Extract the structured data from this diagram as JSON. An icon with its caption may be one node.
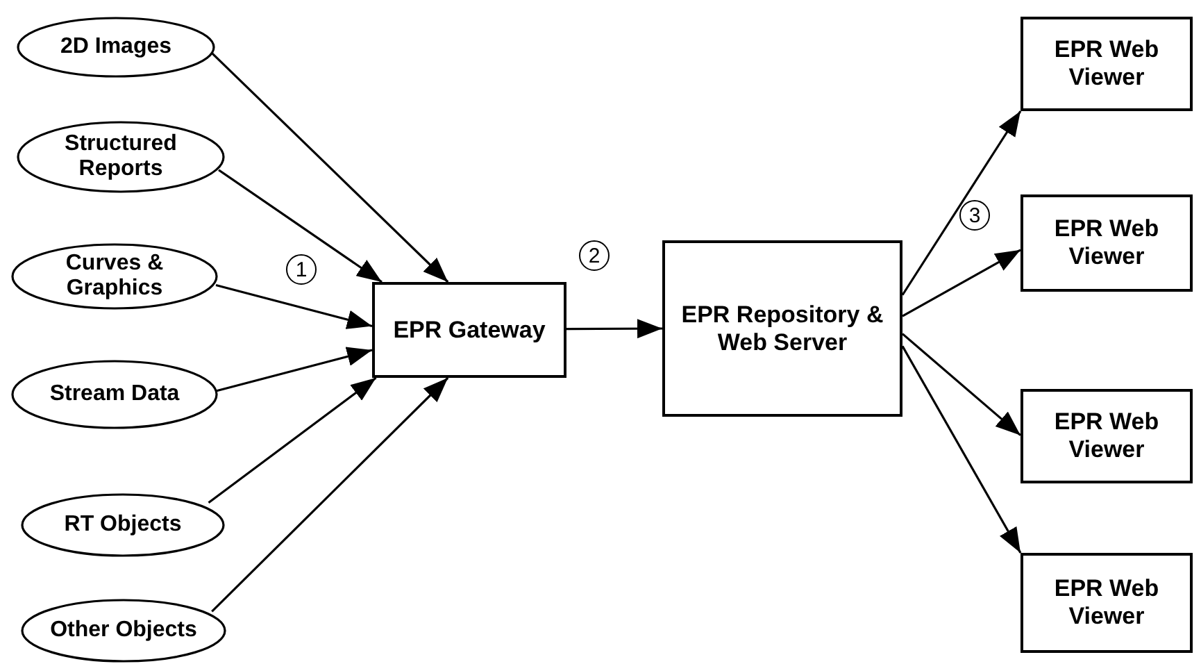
{
  "diagram": {
    "nodes": [
      {
        "text": [
          "2D Images"
        ]
      },
      {
        "text": [
          "Structured Reports"
        ]
      },
      {
        "text": [
          "Curves & Graphics"
        ]
      },
      {
        "text": [
          "Stream Data"
        ]
      },
      {
        "text": [
          "RT Objects"
        ]
      },
      {
        "text": [
          "Other Objects"
        ]
      },
      {
        "text": [
          "EPR Gateway"
        ]
      },
      {
        "text": [
          "EPR Repository & Web Server"
        ]
      },
      {
        "text": [
          "EPR Web Viewer"
        ]
      },
      {
        "text": [
          "EPR Web Viewer"
        ]
      },
      {
        "text": [
          "EPR Web Viewer"
        ]
      },
      {
        "text": [
          "EPR Web Viewer"
        ]
      }
    ],
    "edges": [
      {
        "from": 0,
        "to": 6,
        "arrow": "to"
      },
      {
        "from": 1,
        "to": 6,
        "arrow": "to"
      },
      {
        "from": 2,
        "to": 6,
        "arrow": "to"
      },
      {
        "from": 3,
        "to": 6,
        "arrow": "to"
      },
      {
        "from": 4,
        "to": 6,
        "arrow": "to"
      },
      {
        "from": 5,
        "to": 6,
        "arrow": "to"
      },
      {
        "from": 6,
        "to": 7,
        "arrow": "to"
      },
      {
        "from": 7,
        "to": 8,
        "arrow": "to"
      },
      {
        "from": 7,
        "to": 9,
        "arrow": "to"
      },
      {
        "from": 7,
        "to": 10,
        "arrow": "to"
      },
      {
        "from": 7,
        "to": 11,
        "arrow": "to"
      }
    ],
    "labels": [
      "1",
      "2",
      "3"
    ]
  }
}
